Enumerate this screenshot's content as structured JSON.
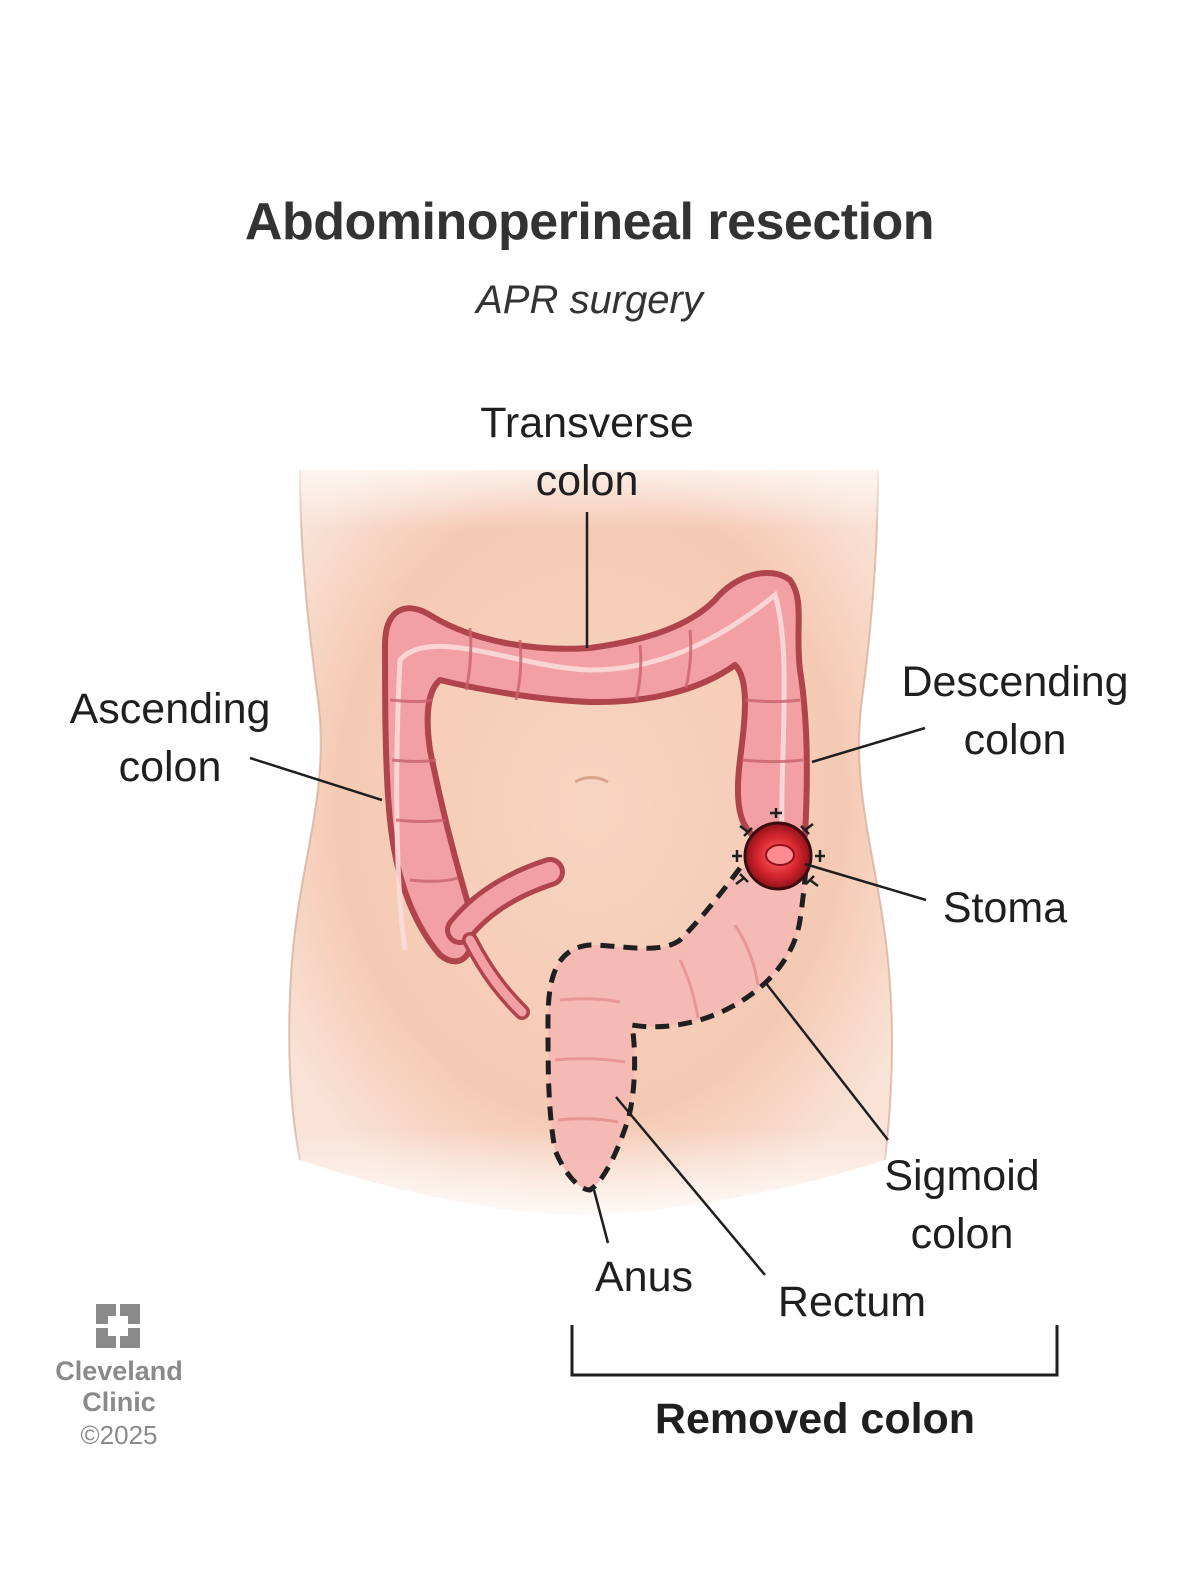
{
  "title": "Abdominoperineal resection",
  "subtitle": "APR surgery",
  "labels": {
    "transverse": [
      "Transverse",
      "colon"
    ],
    "ascending": [
      "Ascending",
      "colon"
    ],
    "descending": [
      "Descending",
      "colon"
    ],
    "stoma": "Stoma",
    "sigmoid": [
      "Sigmoid",
      "colon"
    ],
    "anus": "Anus",
    "rectum": "Rectum",
    "removed": "Removed colon"
  },
  "brand": {
    "name_line1": "Cleveland",
    "name_line2": "Clinic",
    "copyright": "©2025",
    "logo_icon": "cleveland-clinic-logo-icon"
  },
  "colors": {
    "colon_fill": "#f2a0a4",
    "colon_outline": "#b0444c",
    "removed_fill": "#f5b8b4",
    "stoma": "#d8262f",
    "skin": "#f6cdb8",
    "text": "#1f1f1f",
    "brand": "#8a8a8a"
  }
}
